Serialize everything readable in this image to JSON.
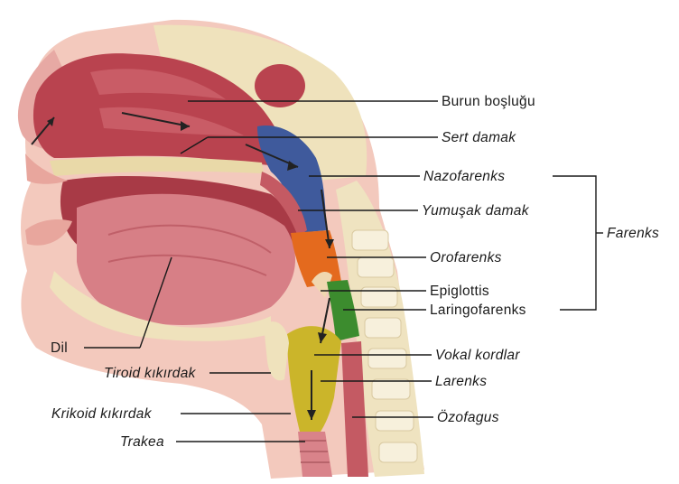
{
  "diagram": {
    "labels": {
      "burun_boslugu": "Burun boşluğu",
      "sert_damak": "Sert damak",
      "nazofarenks": "Nazofarenks",
      "yumusak_damak": "Yumuşak damak",
      "orofarenks": "Orofarenks",
      "epiglottis": "Epiglottis",
      "laringofarenks": "Laringofarenks",
      "vokal_kordlar": "Vokal kordlar",
      "larenks": "Larenks",
      "ozofagus": "Özofagus",
      "farenks": "Farenks",
      "dil": "Dil",
      "tiroid_kikirdak": "Tiroid kıkırdak",
      "krikoid_kikirdak": "Krikoid kıkırdak",
      "trakea": "Trakea"
    },
    "colors": {
      "tissue_pink": "#d77f86",
      "cavity_red": "#b9434f",
      "bone_cream": "#efe2bc",
      "nasopharynx_blue": "#3f5a9c",
      "oropharynx_orange": "#e46a1e",
      "laryngopharynx_green": "#3c8c2e",
      "larynx_yellow": "#cbb52a",
      "skin": "#f2c6bb"
    }
  }
}
